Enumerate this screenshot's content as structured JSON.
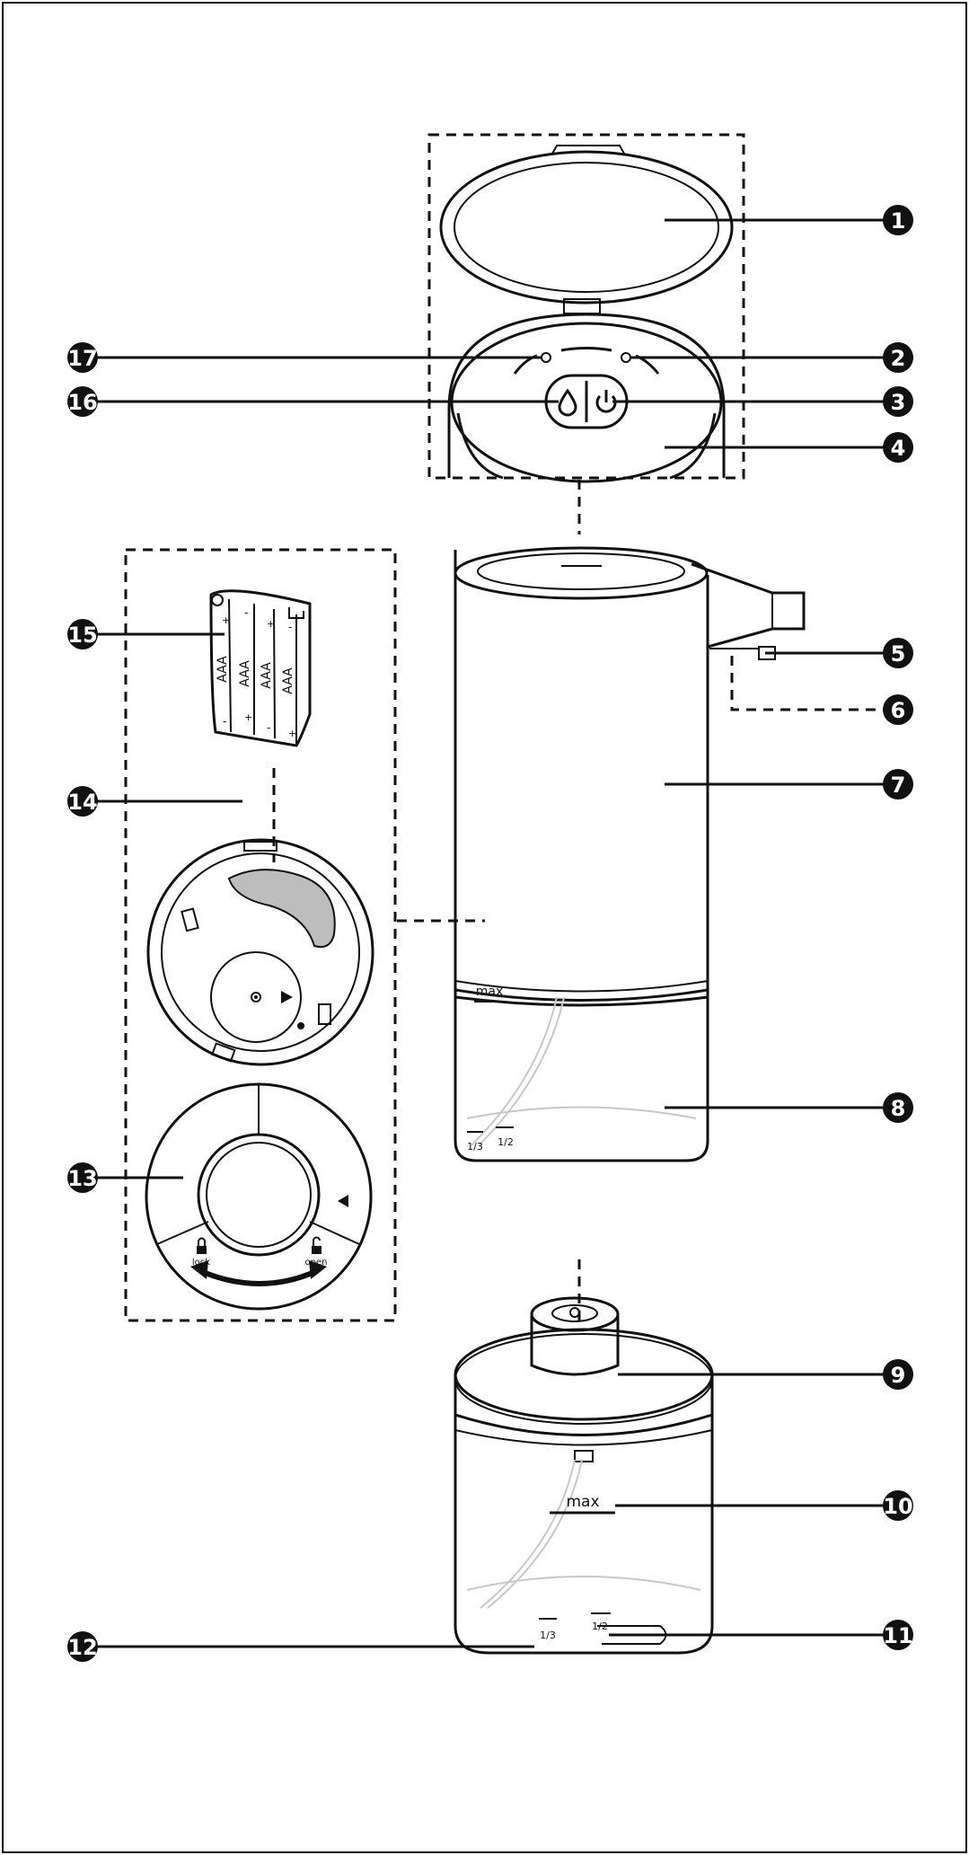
{
  "callouts": [
    {
      "id": "1",
      "label": "1"
    },
    {
      "id": "2",
      "label": "2"
    },
    {
      "id": "3",
      "label": "3"
    },
    {
      "id": "4",
      "label": "4"
    },
    {
      "id": "5",
      "label": "5"
    },
    {
      "id": "6",
      "label": "6"
    },
    {
      "id": "7",
      "label": "7"
    },
    {
      "id": "8",
      "label": "8"
    },
    {
      "id": "9",
      "label": "9"
    },
    {
      "id": "10",
      "label": "10"
    },
    {
      "id": "11",
      "label": "11"
    },
    {
      "id": "12",
      "label": "12"
    },
    {
      "id": "13",
      "label": "13"
    },
    {
      "id": "14",
      "label": "14"
    },
    {
      "id": "15",
      "label": "15"
    },
    {
      "id": "16",
      "label": "16"
    },
    {
      "id": "17",
      "label": "17"
    }
  ],
  "markings": {
    "battery_type": "AAA",
    "plus": "+",
    "minus": "-",
    "max": "max",
    "third": "1/3",
    "half": "1/2",
    "lock": "lock",
    "open": "open"
  },
  "icons": {
    "soap": "droplet-icon",
    "power": "power-icon",
    "arrow": "triangle-arrow-icon",
    "lock": "padlock-closed-icon",
    "unlock": "padlock-open-icon"
  }
}
